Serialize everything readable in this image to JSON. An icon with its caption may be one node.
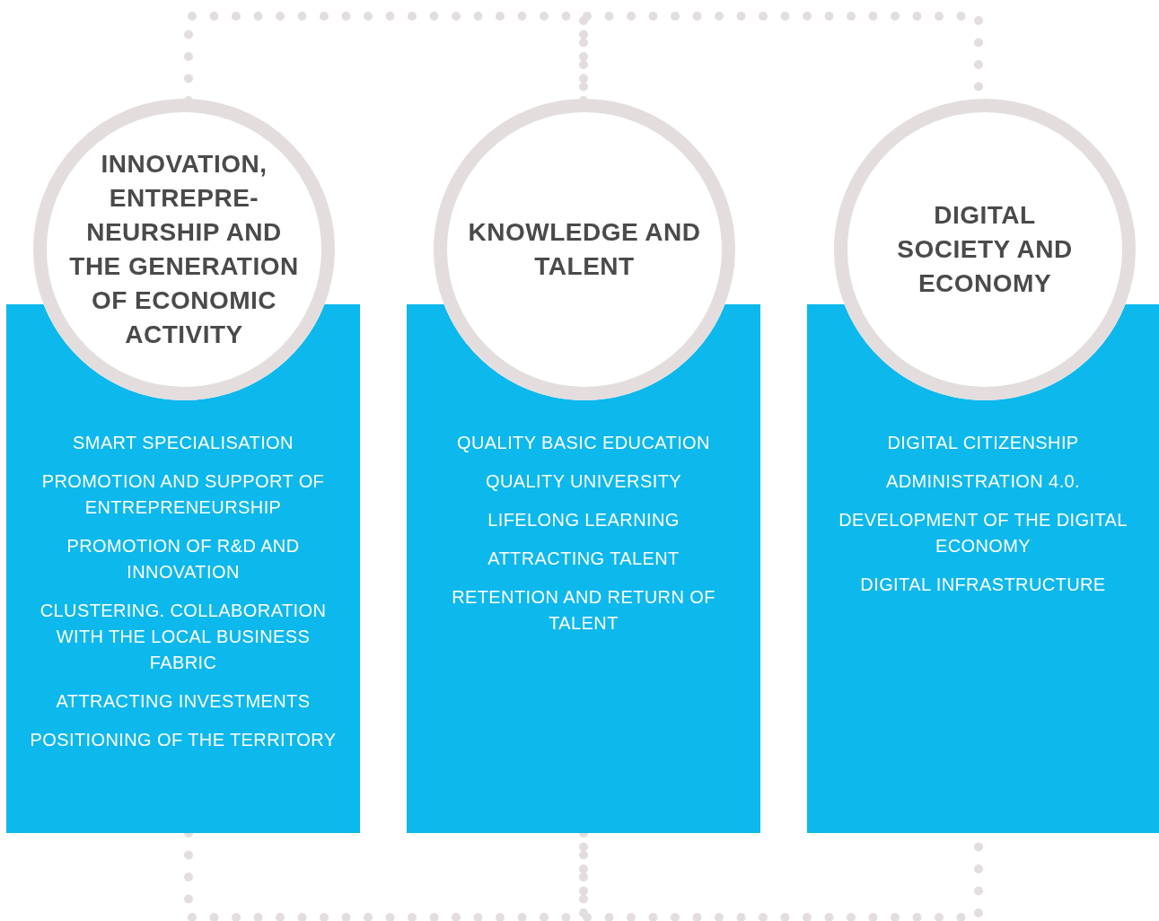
{
  "diagram": {
    "nodes": [
      {
        "text": [
          "INNOVATION, ENTREPRE-NEURSHIP AND THE GENERATION OF ECONOMIC ACTIVITY"
        ]
      },
      {
        "text": [
          "SMART SPECIALISATION",
          "PROMOTION AND SUPPORT OF ENTREPRENEURSHIP",
          "PROMOTION OF R&D AND INNOVATION",
          "CLUSTERING. COLLABORATION WITH THE LOCAL BUSINESS FABRIC",
          "ATTRACTING INVESTMENTS",
          "POSITIONING OF THE TERRITORY"
        ]
      },
      {
        "text": [
          "KNOWLEDGE AND TALENT"
        ]
      },
      {
        "text": [
          "QUALITY BASIC EDUCATION",
          "QUALITY UNIVERSITY",
          "LIFELONG LEARNING",
          "ATTRACTING TALENT",
          "RETENTION AND RETURN OF TALENT"
        ]
      },
      {
        "text": [
          "DIGITAL SOCIETY AND ECONOMY"
        ]
      },
      {
        "text": [
          "DIGITAL CITIZENSHIP",
          "ADMINISTRATION 4.0.",
          "DEVELOPMENT OF THE DIGITAL ECONOMY",
          "DIGITAL INFRASTRUCTURE"
        ]
      }
    ],
    "edges": [
      {
        "from": 0,
        "to": 2,
        "arrow": "none",
        "style": "dashed"
      },
      {
        "from": 2,
        "to": 4,
        "arrow": "none",
        "style": "dashed"
      },
      {
        "from": 1,
        "to": 3,
        "arrow": "none",
        "style": "dashed"
      },
      {
        "from": 3,
        "to": 5,
        "arrow": "none",
        "style": "dashed"
      }
    ]
  }
}
